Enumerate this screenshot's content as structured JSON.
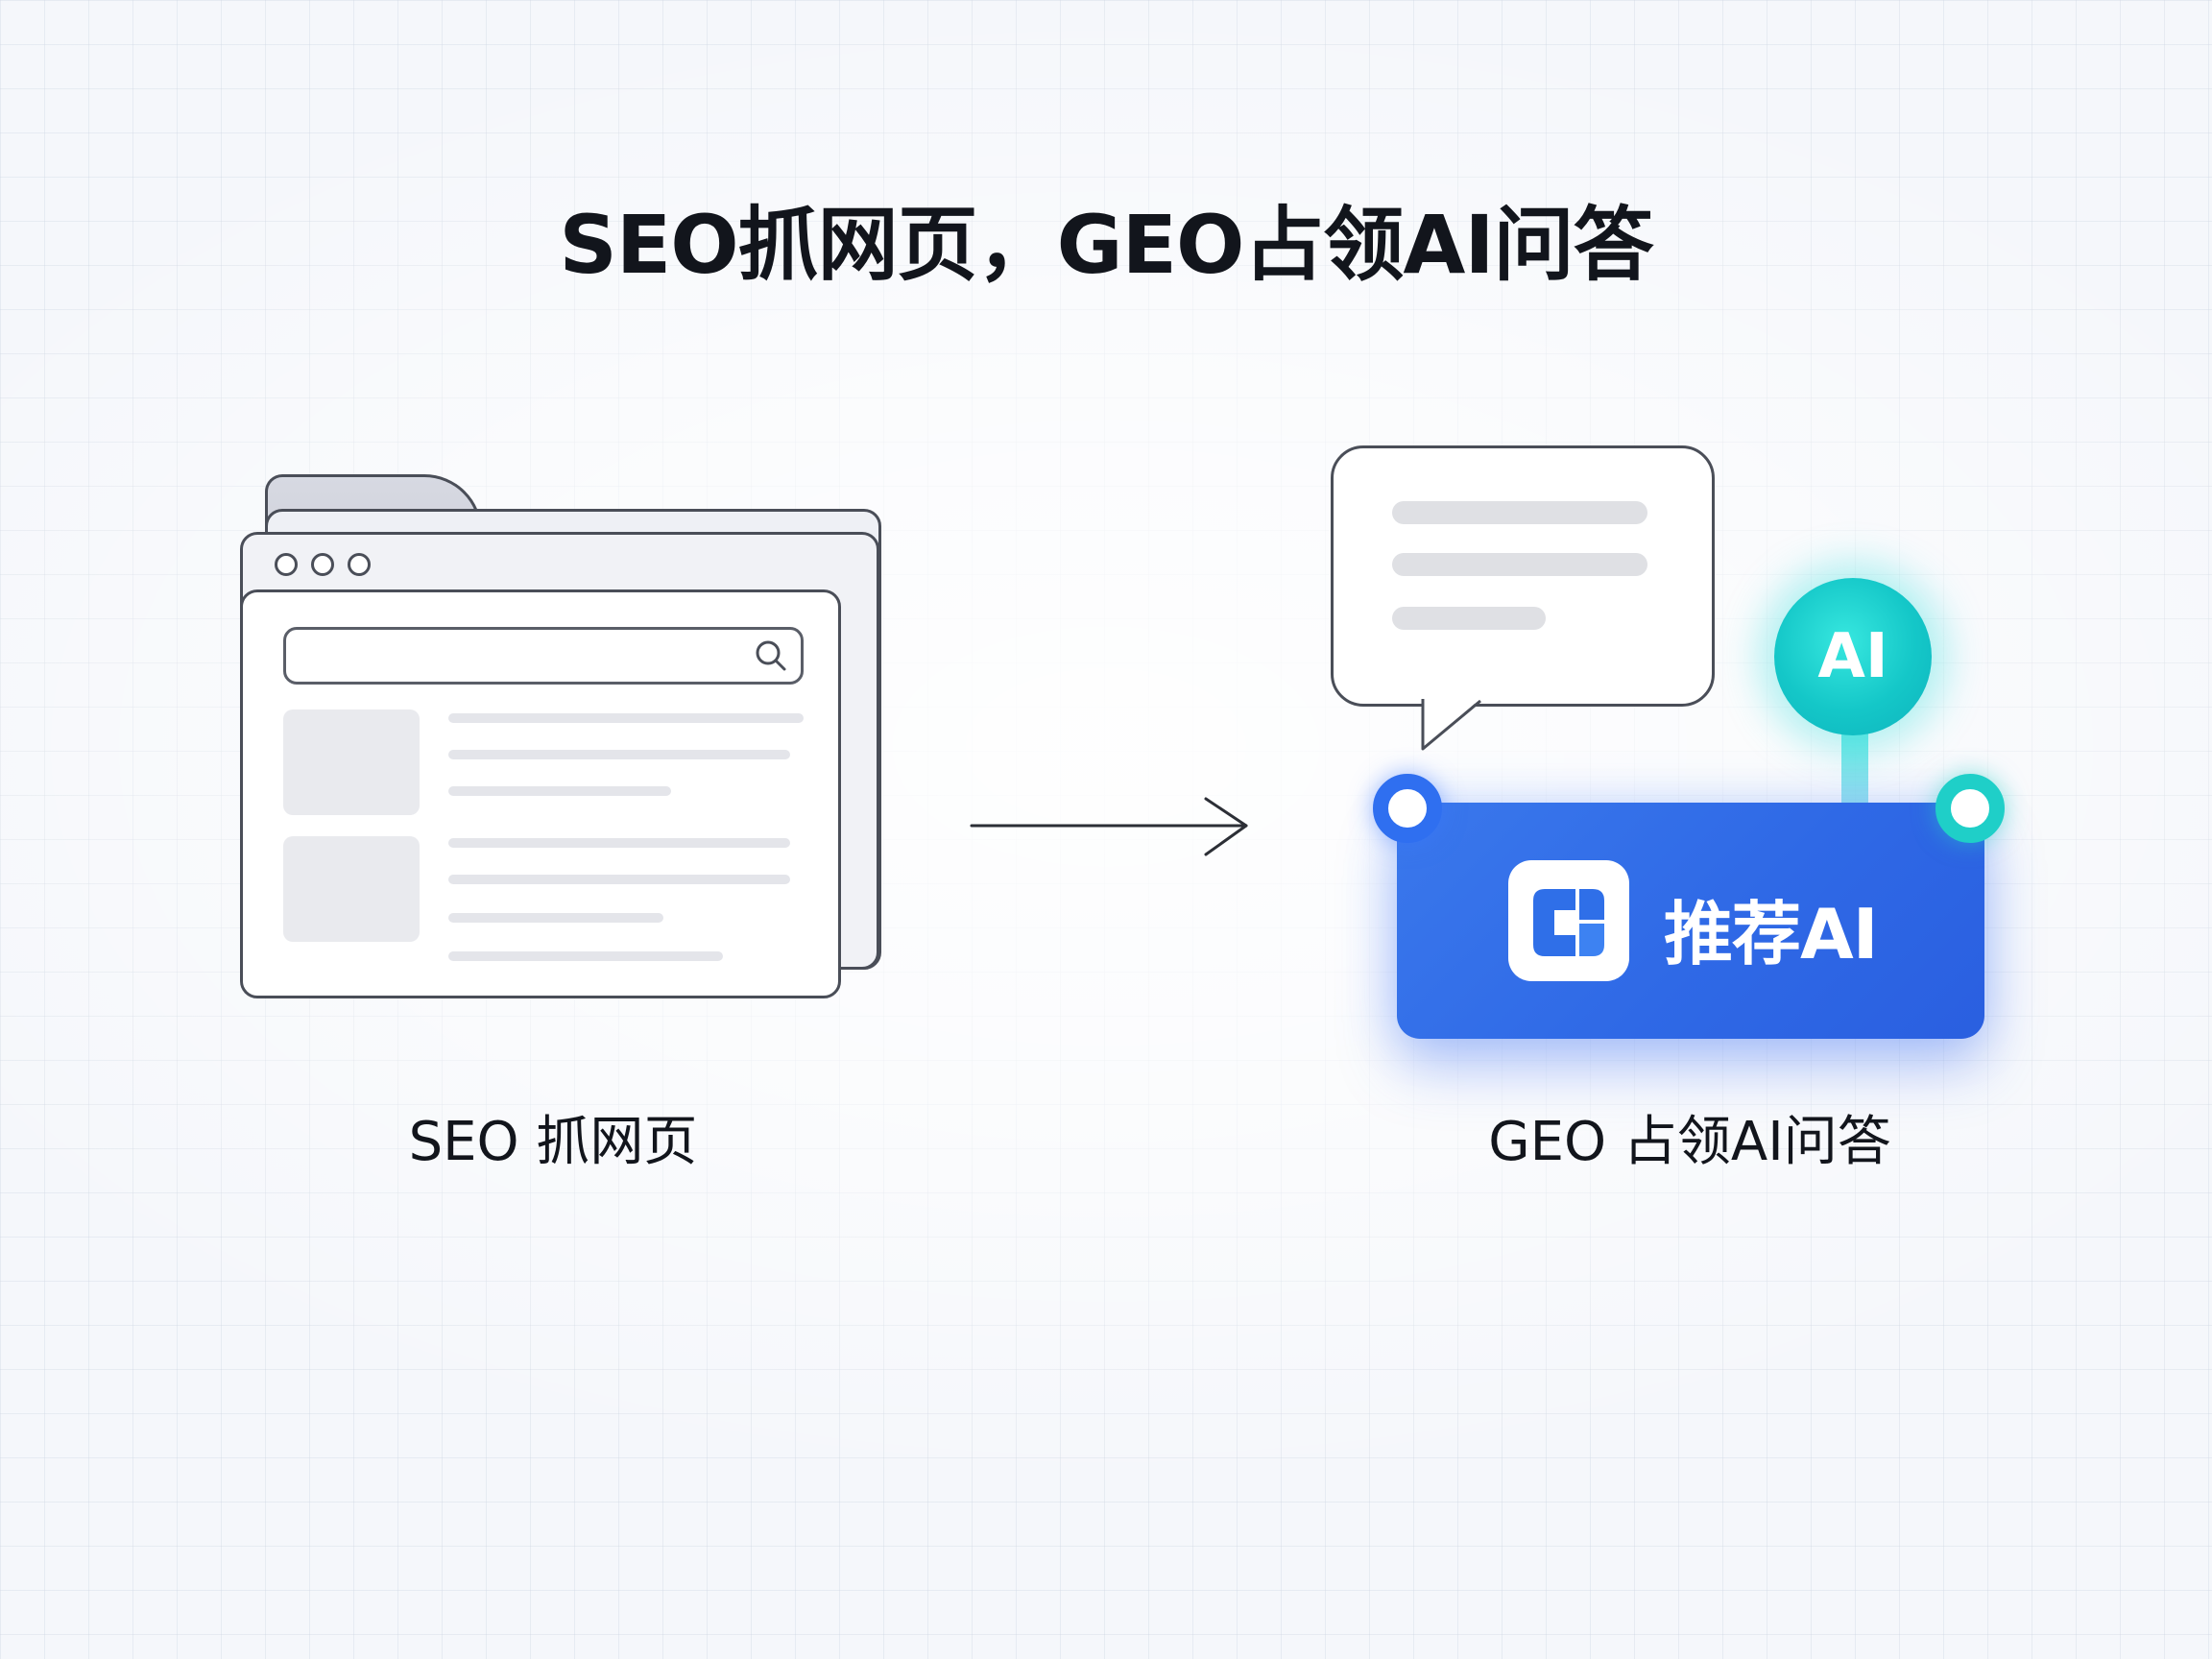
{
  "title": "SEO抓网页，GEO占领AI问答",
  "seo": {
    "caption": "SEO 抓网页"
  },
  "geo": {
    "badge": "AI",
    "card_label": "推荐AI",
    "caption": "GEO 占领AI问答"
  },
  "colors": {
    "card_blue": "#2f69e6",
    "badge_teal": "#14c7c8",
    "text_dark": "#12151c",
    "outline": "#4a4e58"
  },
  "icons": [
    "folder-tab-icon",
    "browser-window-icon",
    "search-icon",
    "arrow-right-icon",
    "chat-bubble-icon",
    "ai-badge-icon",
    "app-logo-icon"
  ]
}
